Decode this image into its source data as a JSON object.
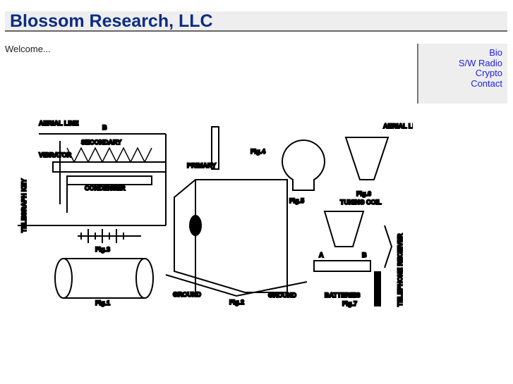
{
  "header": {
    "title": "Blossom Research, LLC"
  },
  "main": {
    "welcome": "Welcome..."
  },
  "sidebar": {
    "links": [
      {
        "label": "Bio"
      },
      {
        "label": "S/W Radio"
      },
      {
        "label": "Crypto"
      },
      {
        "label": "Contact"
      }
    ]
  },
  "figure": {
    "labels": {
      "aerial_line": "AERIAL LINE",
      "b": "B",
      "secondary": "SECONDARY",
      "vibrator": "VIBRATOR",
      "primary": "PRIMARY",
      "condenser": "CONDENSER",
      "telegraph_key": "TELEGRAPH KEY",
      "fig3": "Fig.3",
      "fig1": "Fig.1",
      "ground": "GROUND",
      "fig2": "Fig.2",
      "fig4": "Fig.4",
      "fig5": "Fig.5",
      "fig6": "Fig.6",
      "tuning_coil": "TUNING COIL",
      "aerial_line2": "AERIAL LINE",
      "ground2": "GROUND",
      "batteries": "BATTERIES",
      "fig7": "Fig.7",
      "telephone_receiver": "TELEPHONE RECEIVER",
      "a": "A",
      "b2": "B"
    }
  }
}
